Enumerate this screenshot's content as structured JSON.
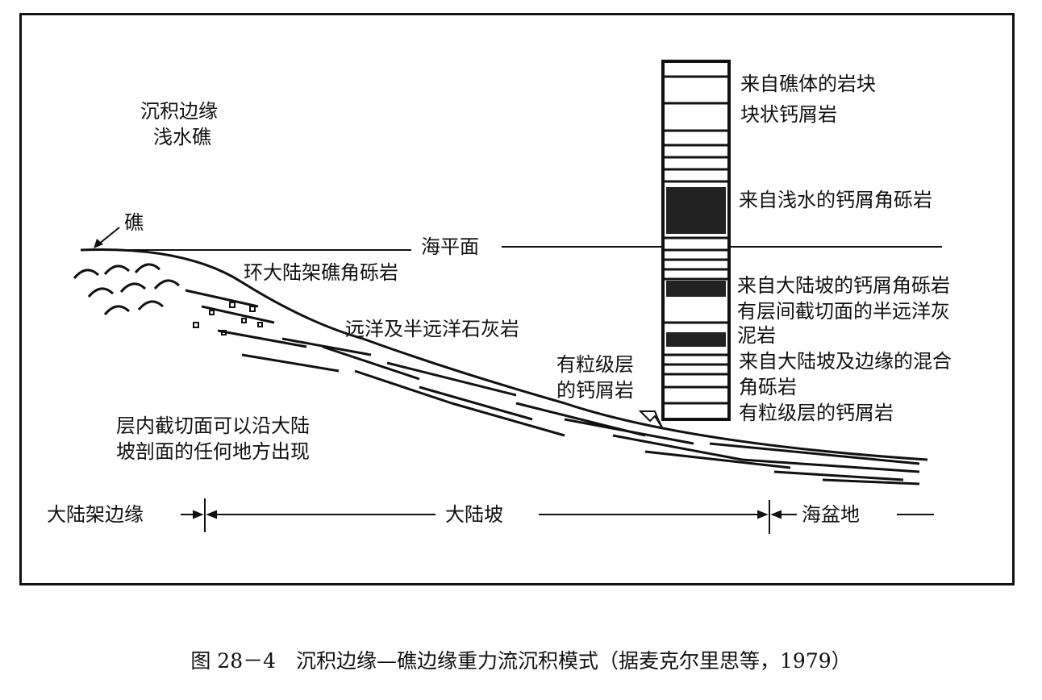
{
  "figure": {
    "caption": "图 28－4　沉积边缘—礁边缘重力流沉积模式（据麦克尔里思等，1979）"
  },
  "labels": {
    "title_line1": "沉积边缘",
    "title_line2": "浅水礁",
    "reef": "礁",
    "sea_level": "海平面",
    "shelf_breccia": "环大陆架礁角砾岩",
    "pelagic_limestone": "远洋及半远洋石灰岩",
    "graded_line1": "有粒级层",
    "graded_line2": "的钙屑岩",
    "cut_line1": "层内截切面可以沿大陆",
    "cut_line2": "坡剖面的任何地方出现"
  },
  "column_legend": [
    {
      "label": "来自礁体的岩块"
    },
    {
      "label": "块状钙屑岩"
    },
    {
      "label": "来自浅水的钙屑角砾岩"
    },
    {
      "label": "来自大陆坡的钙屑角砾岩"
    },
    {
      "label": "有层间截切面的半远洋灰"
    },
    {
      "label": "泥岩"
    },
    {
      "label": "来自大陆坡及边缘的混合"
    },
    {
      "label": "角砾岩"
    },
    {
      "label": "有粒级层的钙屑岩"
    }
  ],
  "zones": [
    {
      "label": "大陆架边缘"
    },
    {
      "label": "大陆坡"
    },
    {
      "label": "海盆地"
    }
  ]
}
